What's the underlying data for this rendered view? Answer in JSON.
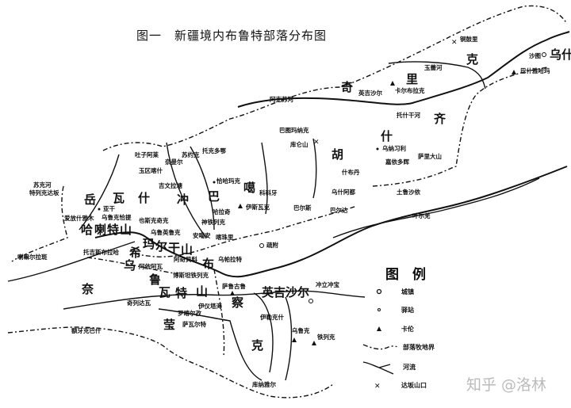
{
  "title": "图一　新疆境内布鲁特部落分布图",
  "region_labels": [
    "奇",
    "里",
    "克",
    "岳",
    "瓦",
    "什",
    "冲",
    "巴",
    "噶",
    "什",
    "齐",
    "胡",
    "希",
    "布",
    "察",
    "克",
    "奈",
    "乌",
    "鲁",
    "瓦",
    "特",
    "山",
    "哈",
    "喇",
    "特",
    "山",
    "莹",
    "玛",
    "尔",
    "干",
    "山"
  ],
  "place_labels": [
    "卡尔布拉克",
    "玉蕾河",
    "阿克苏河",
    "托什干河",
    "巴什雅哈玛",
    "沙图",
    "乌什",
    "铜鼓里",
    "英吉沙尔",
    "巴图玛纳克",
    "乌纳习利",
    "嘉依多辉",
    "库仑山",
    "什布丹",
    "乌什阿都",
    "萨里大山",
    "土鲁沙依",
    "巴尔达",
    "托克多鄂",
    "恰哈玛克",
    "科科牙",
    "伊斯瓦克",
    "神铁列克",
    "安噶安",
    "疏附",
    "喀珠里",
    "吉文拉塘",
    "奈曼尔",
    "苏约克",
    "吐子阿莱",
    "玉区喀什",
    "特列克达坂",
    "苏克河",
    "亚干",
    "爱放什雅木",
    "乌鲁克恰提",
    "也斯克奇克",
    "乌鲁英鲁克",
    "托吉斯布拉哈",
    "喇嘛尔拉斑",
    "阿依阿瓦",
    "阿奇貝料",
    "博斯坦铁列克",
    "乌帕拉特",
    "萨鲁古鲁",
    "英吉沙尔",
    "伊仪塔海",
    "罗喀尔孜",
    "萨瓦尔特",
    "奇列达瓦",
    "乌鲁克",
    "铁列克",
    "库纳雅尔",
    "额牙克巴什",
    "伊勒克什",
    "巴尔斯",
    "冲立冲宝",
    "哈拉奇",
    "叶尔羌"
  ],
  "legend": {
    "title": "图　例",
    "items": [
      {
        "symbol": "town-icon",
        "label": "城镇"
      },
      {
        "symbol": "station-icon",
        "label": "驿站"
      },
      {
        "symbol": "karun-icon",
        "label": "卡伦"
      },
      {
        "symbol": "tribal-boundary-icon",
        "label": "部落牧地界"
      },
      {
        "symbol": "river-icon",
        "label": "河流"
      },
      {
        "symbol": "pass-icon",
        "label": "达坂山口"
      }
    ]
  },
  "watermark": "知乎 @洛林"
}
